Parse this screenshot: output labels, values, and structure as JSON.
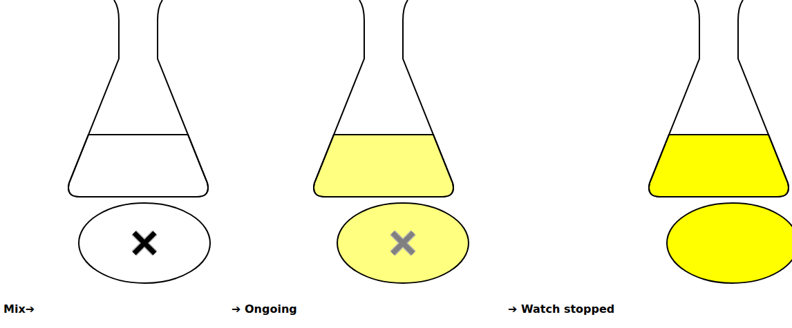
{
  "diagram": {
    "labels": [
      "Mix➔",
      "➔ Ongoing",
      "➔ Watch stopped"
    ]
  }
}
